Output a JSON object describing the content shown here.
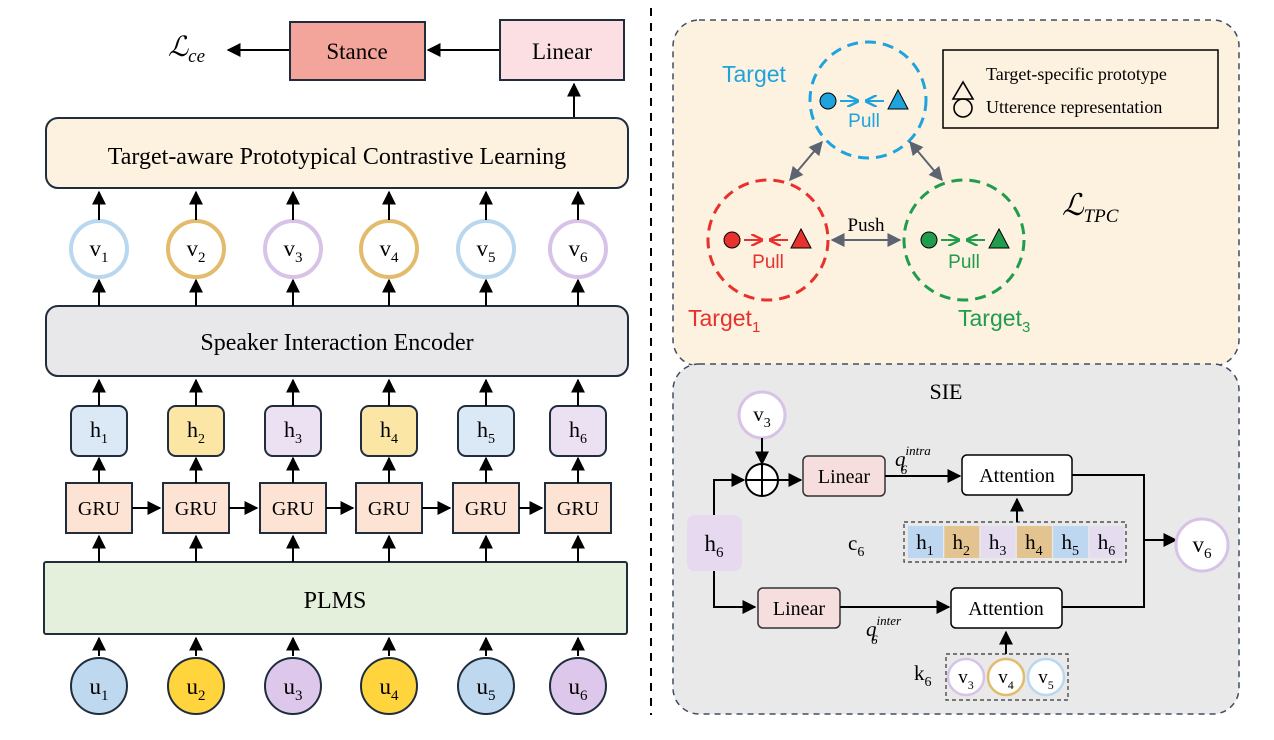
{
  "left": {
    "loss": "ℒ",
    "loss_sub": "ce",
    "stance": "Stance",
    "linear": "Linear",
    "tpcl": "Target-aware Prototypical Contrastive Learning",
    "sie": "Speaker Interaction Encoder",
    "plms": "PLMS",
    "gru": "GRU",
    "v_nodes": [
      {
        "base": "v",
        "sub": "1",
        "color": "#b9d7ee"
      },
      {
        "base": "v",
        "sub": "2",
        "color": "#e3bb6d"
      },
      {
        "base": "v",
        "sub": "3",
        "color": "#d8c3e8"
      },
      {
        "base": "v",
        "sub": "4",
        "color": "#e3bb6d"
      },
      {
        "base": "v",
        "sub": "5",
        "color": "#b9d7ee"
      },
      {
        "base": "v",
        "sub": "6",
        "color": "#d8c3e8"
      }
    ],
    "h_nodes": [
      {
        "base": "h",
        "sub": "1",
        "fill": "#dbe9f6"
      },
      {
        "base": "h",
        "sub": "2",
        "fill": "#fbe6a6"
      },
      {
        "base": "h",
        "sub": "3",
        "fill": "#ece0f3"
      },
      {
        "base": "h",
        "sub": "4",
        "fill": "#fbe6a6"
      },
      {
        "base": "h",
        "sub": "5",
        "fill": "#dbe9f6"
      },
      {
        "base": "h",
        "sub": "6",
        "fill": "#ece0f3"
      }
    ],
    "u_nodes": [
      {
        "base": "u",
        "sub": "1",
        "fill": "#bdd8ef"
      },
      {
        "base": "u",
        "sub": "2",
        "fill": "#ffd43c"
      },
      {
        "base": "u",
        "sub": "3",
        "fill": "#ddc8ec"
      },
      {
        "base": "u",
        "sub": "4",
        "fill": "#ffd43c"
      },
      {
        "base": "u",
        "sub": "5",
        "fill": "#bdd8ef"
      },
      {
        "base": "u",
        "sub": "6",
        "fill": "#ddc8ec"
      }
    ]
  },
  "tpc": {
    "loss": "ℒ",
    "loss_sub": "TPC",
    "target2": "Target",
    "target1": "Target",
    "target1_sub": "1",
    "target3": "Target",
    "target3_sub": "3",
    "pull": "Pull",
    "push": "Push",
    "legend": {
      "triangle": "Target-specific prototype",
      "circle": "Utterence representation"
    },
    "colors": {
      "target1": "#e8302c",
      "target2": "#1fa3dd",
      "target3": "#1f9d4d"
    }
  },
  "sie": {
    "title": "SIE",
    "v3": {
      "base": "v",
      "sub": "3"
    },
    "h6": {
      "base": "h",
      "sub": "6"
    },
    "v6": {
      "base": "v",
      "sub": "6"
    },
    "linear": "Linear",
    "attention": "Attention",
    "q_intra": {
      "base": "q",
      "sub": "6",
      "sup": "intra"
    },
    "q_inter": {
      "base": "q",
      "sub": "6",
      "sup": "inter"
    },
    "c6": {
      "base": "c",
      "sub": "6"
    },
    "k6": {
      "base": "k",
      "sub": "6"
    },
    "c_list": [
      {
        "base": "h",
        "sub": "1",
        "fill": "#bcd7ef"
      },
      {
        "base": "h",
        "sub": "2",
        "fill": "#e3c38f"
      },
      {
        "base": "h",
        "sub": "3",
        "fill": "#e6dcef"
      },
      {
        "base": "h",
        "sub": "4",
        "fill": "#e3c38f"
      },
      {
        "base": "h",
        "sub": "5",
        "fill": "#bcd7ef"
      },
      {
        "base": "h",
        "sub": "6",
        "fill": "#e6dcef"
      }
    ],
    "k_list": [
      {
        "base": "v",
        "sub": "3",
        "color": "#d8c3e8"
      },
      {
        "base": "v",
        "sub": "4",
        "color": "#e3bb6d"
      },
      {
        "base": "v",
        "sub": "5",
        "color": "#b9d7ee"
      }
    ]
  }
}
